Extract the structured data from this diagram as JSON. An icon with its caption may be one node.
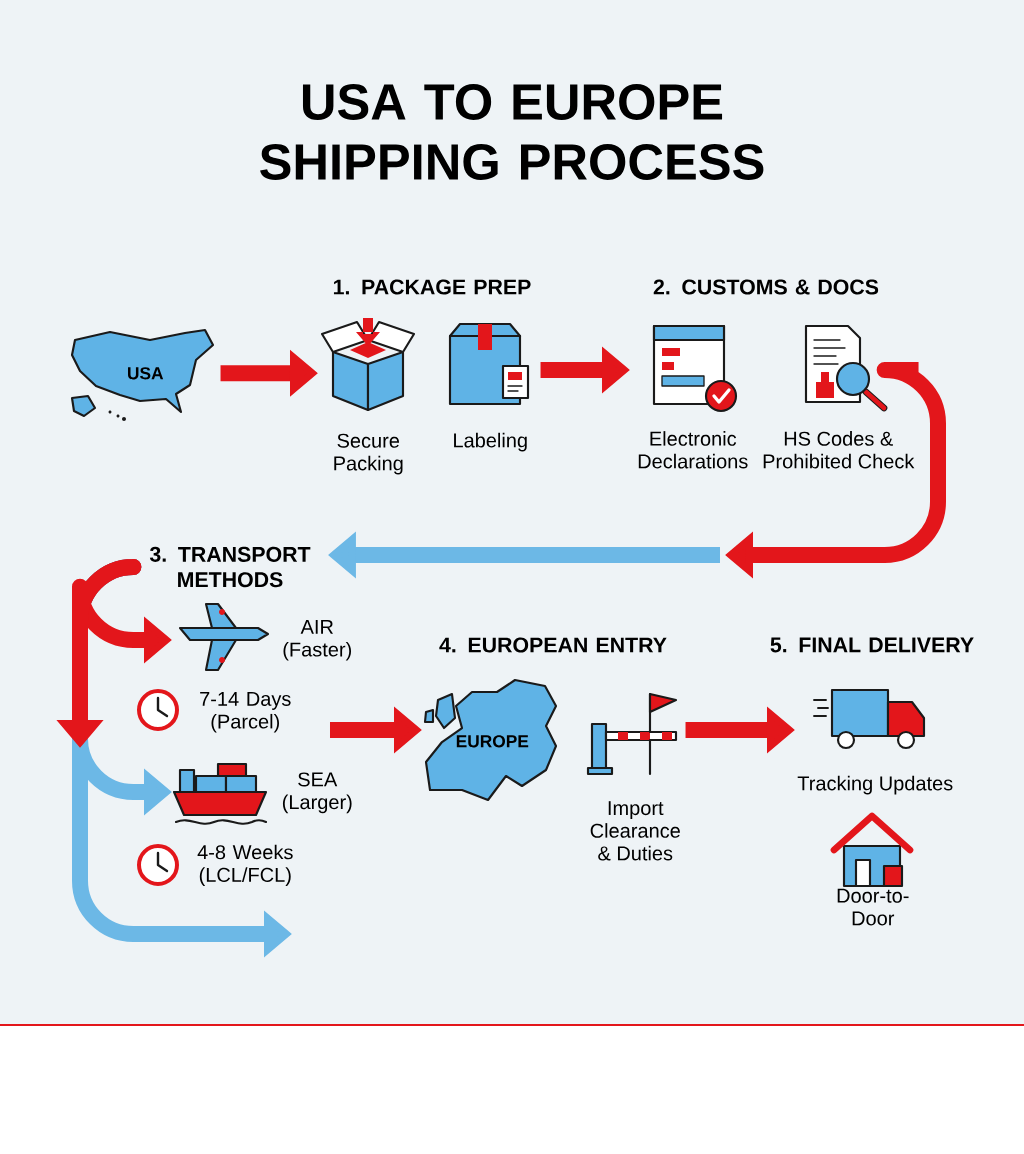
{
  "diagram": {
    "title": "USA TO EUROPE SHIPPING PROCESS",
    "nodes": [
      {
        "text": [
          "USA"
        ]
      },
      {
        "text": [
          "1. PACKAGE PREP"
        ]
      },
      {
        "text": [
          "Secure Packing"
        ]
      },
      {
        "text": [
          "Labeling"
        ]
      },
      {
        "text": [
          "2. CUSTOMS & DOCS"
        ]
      },
      {
        "text": [
          "Electronic Declarations"
        ]
      },
      {
        "text": [
          "HS Codes & Prohibited Check"
        ]
      },
      {
        "text": [
          "3. TRANSPORT METHODS"
        ]
      },
      {
        "text": [
          "AIR (Faster)"
        ]
      },
      {
        "text": [
          "7-14 Days (Parcel)"
        ]
      },
      {
        "text": [
          "SEA (Larger)"
        ]
      },
      {
        "text": [
          "4-8 Weeks (LCL/FCL)"
        ]
      },
      {
        "text": [
          "4. EUROPEAN ENTRY"
        ]
      },
      {
        "text": [
          "EUROPE"
        ]
      },
      {
        "text": [
          "Import Clearance & Duties"
        ]
      },
      {
        "text": [
          "5. FINAL DELIVERY"
        ]
      },
      {
        "text": [
          "Tracking Updates"
        ]
      },
      {
        "text": [
          "Door-to-Door"
        ]
      }
    ],
    "edges": [
      {
        "from": 0,
        "to": 2,
        "arrow": "to"
      },
      {
        "from": 3,
        "to": 5,
        "arrow": "to"
      },
      {
        "from": 6,
        "to": null,
        "arrow": "to"
      },
      {
        "from": null,
        "to": 7,
        "arrow": "to",
        "color": "#6cb8e6"
      },
      {
        "from": 7,
        "to": 10,
        "arrow": "to",
        "color": "#6cb8e6"
      },
      {
        "from": 7,
        "to": null,
        "arrow": "to",
        "color": "#6cb8e6"
      },
      {
        "from": 7,
        "to": 8,
        "arrow": "to"
      },
      {
        "from": 7,
        "to": null,
        "arrow": "to"
      },
      {
        "from": null,
        "to": 13,
        "arrow": "to"
      },
      {
        "from": 14,
        "to": 16,
        "arrow": "to"
      }
    ]
  }
}
